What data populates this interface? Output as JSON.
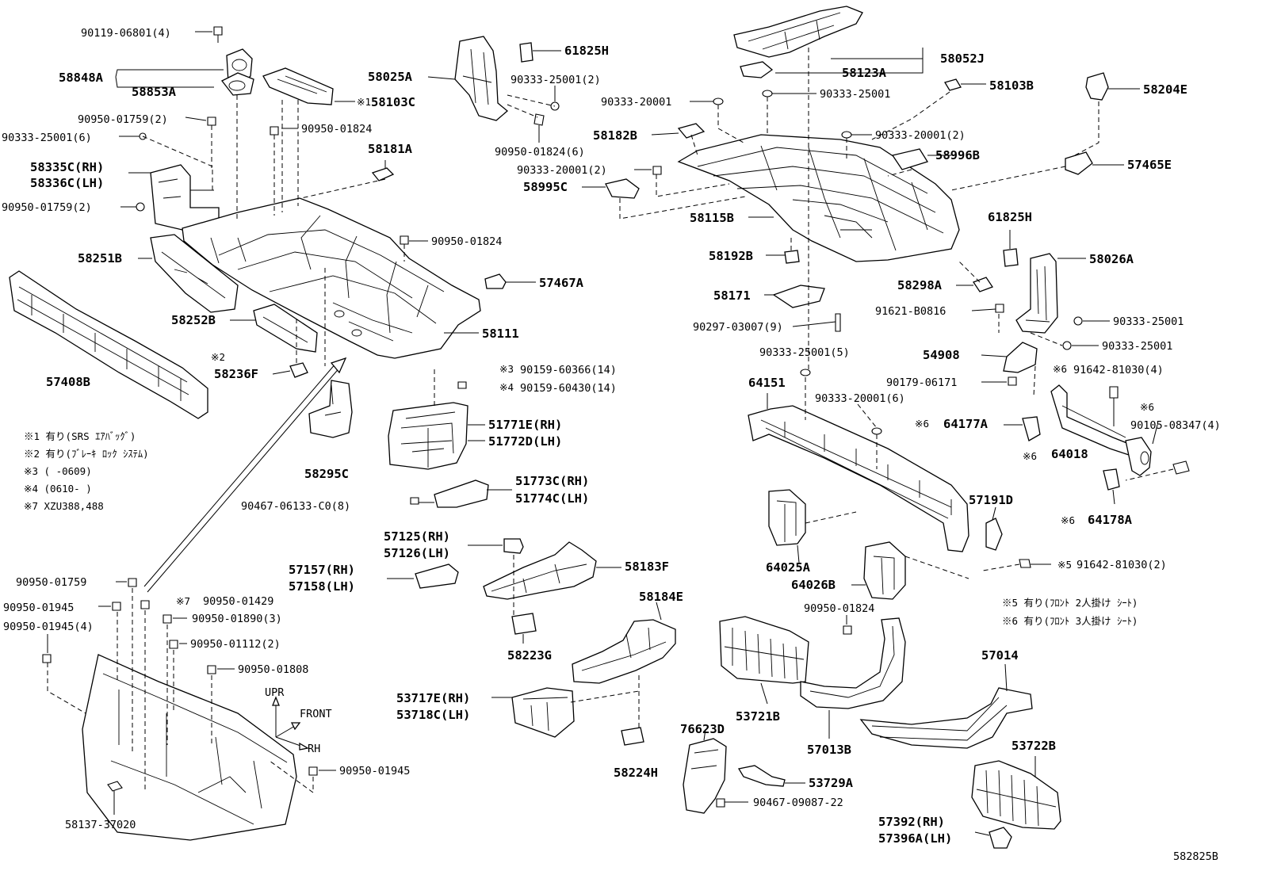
{
  "diagram_id": "582825B",
  "labels": {
    "p90119_06801": "90119-06801(4)",
    "p58848A": "58848A",
    "p58853A": "58853A",
    "p90950_01759_2a": "90950-01759(2)",
    "p90333_25001_6": "90333-25001(6)",
    "p58335C": "58335C(RH)",
    "p58336C": "58336C(LH)",
    "p90950_01759_2b": "90950-01759(2)",
    "p58251B": "58251B",
    "p58252B": "58252B",
    "p57408B": "57408B",
    "p58236F": "58236F",
    "p58025A": "58025A",
    "p61825H_a": "61825H",
    "p90333_25001_2": "90333-25001(2)",
    "p58103C": "58103C",
    "p90950_01824_6": "90950-01824(6)",
    "p90950_01824_a": "90950-01824",
    "p58181A": "58181A",
    "p90950_01824_b": "90950-01824",
    "p57467A": "57467A",
    "p58111": "58111",
    "p90159_60366": "90159-60366(14)",
    "p90159_60430": "90159-60430(14)",
    "p51771E": "51771E(RH)",
    "p51772D": "51772D(LH)",
    "p58295C": "58295C",
    "p51773C": "51773C(RH)",
    "p51774C": "51774C(LH)",
    "p90467_06133": "90467-06133-C0(8)",
    "p57125": "57125(RH)",
    "p57126": "57126(LH)",
    "p57157": "57157(RH)",
    "p57158": "57158(LH)",
    "p58183F": "58183F",
    "p58223G": "58223G",
    "p58184E": "58184E",
    "p53717E": "53717E(RH)",
    "p53718C": "53718C(LH)",
    "p58224H": "58224H",
    "p90950_01759_c": "90950-01759",
    "p90950_01945_a": "90950-01945",
    "p90950_01945_4": "90950-01945(4)",
    "p90950_01429": "90950-01429",
    "p90950_01890": "90950-01890(3)",
    "p90950_01112": "90950-01112(2)",
    "p90950_01808": "90950-01808",
    "p90950_01945_b": "90950-01945",
    "p58137_37020": "58137-37020",
    "p58052J": "58052J",
    "p58123A": "58123A",
    "p90333_20001_a": "90333-20001",
    "p90333_25001_a": "90333-25001",
    "p58103B": "58103B",
    "p58204E": "58204E",
    "p58182B": "58182B",
    "p90333_20001_2a": "90333-20001(2)",
    "p58996B": "58996B",
    "p90333_20001_2b": "90333-20001(2)",
    "p58995C": "58995C",
    "p57465E": "57465E",
    "p58115B": "58115B",
    "p61825H_b": "61825H",
    "p58192B": "58192B",
    "p58026A": "58026A",
    "p58298A": "58298A",
    "p58171": "58171",
    "p91621_B0816": "91621-B0816",
    "p90333_25001_b": "90333-25001",
    "p90297_03007": "90297-03007(9)",
    "p90333_25001_c": "90333-25001",
    "p90333_25001_5": "90333-25001(5)",
    "p54908": "54908",
    "p91642_81030_4": "91642-81030(4)",
    "p64151": "64151",
    "p90179_06171": "90179-06171",
    "p90333_20001_6": "90333-20001(6)",
    "p64177A": "64177A",
    "p90105_08347": "90105-08347(4)",
    "p64018": "64018",
    "p57191D": "57191D",
    "p64178A": "64178A",
    "p64025A": "64025A",
    "p64026B": "64026B",
    "p91642_81030_2": "91642-81030(2)",
    "p90950_01824_c": "90950-01824",
    "p57014": "57014",
    "p53721B": "53721B",
    "p57013B": "57013B",
    "p53722B": "53722B",
    "p76623D": "76623D",
    "p53729A": "53729A",
    "p90467_09087": "90467-09087-22",
    "p57392": "57392(RH)",
    "p57396A": "57396A(LH)"
  },
  "markers": {
    "m1": "※1",
    "m2": "※2",
    "m3": "※3",
    "m4": "※4",
    "m5": "※5",
    "m6": "※6",
    "m7": "※7"
  },
  "notes": [
    "※1 有り(SRS ｴｱﾊﾞｯｸﾞ)",
    "※2 有り(ﾌﾞﾚｰｷ ﾛｯｸ ｼｽﾃﾑ)",
    "※3 (      -0609)",
    "※4 (0610-      )",
    "※7 XZU388,488"
  ],
  "notes_right": [
    "※5 有り(ﾌﾛﾝﾄ 2人掛け ｼｰﾄ)",
    "※6 有り(ﾌﾛﾝﾄ 3人掛け ｼｰﾄ)"
  ],
  "orientation": {
    "up": "UPR",
    "front": "FRONT",
    "side": "RH"
  }
}
